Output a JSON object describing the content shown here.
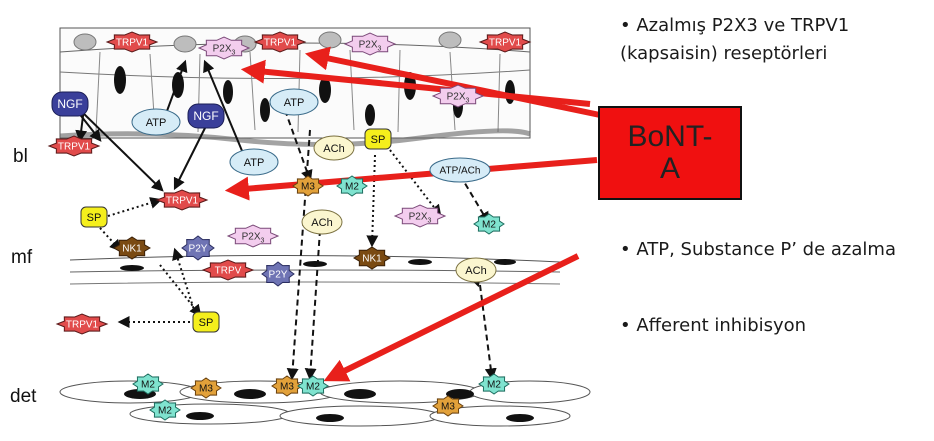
{
  "layer_labels": {
    "bl": "bl",
    "mf": "mf",
    "det": "det"
  },
  "bont": {
    "line1": "BoNT-",
    "line2": "A"
  },
  "bullets": {
    "b1_line1": "• Azalmış P2X3 ve TRPV1",
    "b1_line2": "(kapsaisin) reseptörleri",
    "b2": "• ATP, Substance P’ de azalma",
    "b3": "• Afferent inhibisyon"
  },
  "labels": {
    "trpv1": "TRPV1",
    "trpv": "TRPV",
    "p2x": "P2X",
    "p2x_sub": "3",
    "ngf": "NGF",
    "atp": "ATP",
    "ach": "ACh",
    "atp_ach": "ATP/ACh",
    "sp": "SP",
    "nk1": "NK1",
    "p2y": "P2Y",
    "m2": "M2",
    "m3": "M3"
  },
  "colors": {
    "arrow_red": "#e8201b",
    "bont_fill": "#f01010",
    "trpv1_fill": "#e14b4b",
    "p2x_fill": "#f3cdee",
    "ngf_fill": "#3a3f9a",
    "cloud_fill": "#d6ecf7",
    "ach_fill": "#fbf6cf",
    "sp_fill": "#f5ef1c",
    "nk1_fill": "#7a4a12",
    "p2y_fill": "#6f74b4",
    "m2_fill": "#7fe3cf",
    "m3_fill": "#e2a13a"
  }
}
